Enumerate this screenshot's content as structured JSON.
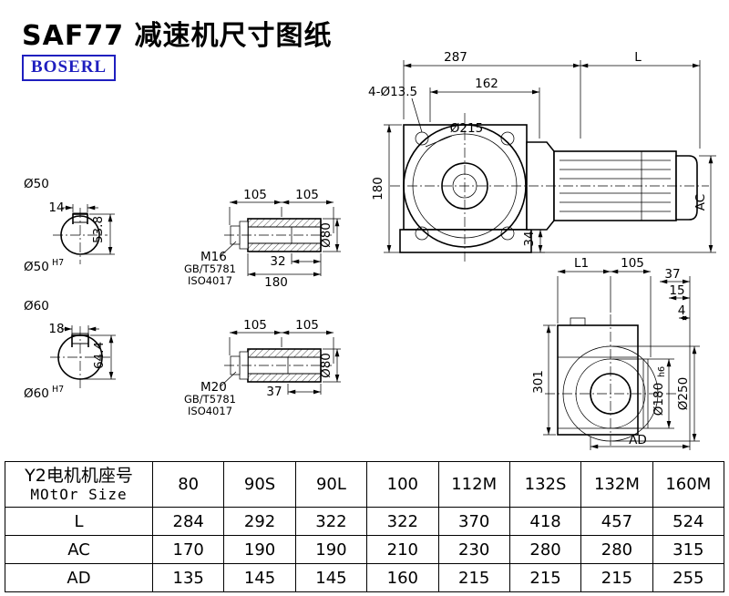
{
  "page": {
    "title": "SAF77 减速机尺寸图纸",
    "logo": "BOSERL"
  },
  "dims": {
    "front": {
      "w287": "287",
      "l": "L",
      "w162": "162",
      "holes": "4-Ø13.5",
      "d215": "Ø215",
      "h180": "180",
      "ac": "AC",
      "h34": "34"
    },
    "shaft50": {
      "dia": "Ø50",
      "key_h": "53.8",
      "key_w": "14",
      "bore": "Ø50",
      "tol": "H7"
    },
    "shaft60": {
      "dia": "Ø60",
      "key_h": "64.4",
      "key_w": "18",
      "bore": "Ø60",
      "tol": "H7"
    },
    "sleeve1": {
      "p105a": "105",
      "p105b": "105",
      "thread": "M16",
      "gb": "GB/T5781",
      "iso": "ISO4017",
      "depth": "32",
      "len": "180",
      "dia": "Ø80"
    },
    "sleeve2": {
      "p105a": "105",
      "p105b": "105",
      "thread": "M20",
      "gb": "GB/T5781",
      "iso": "ISO4017",
      "depth": "37",
      "dia": "Ø80"
    },
    "side": {
      "l1": "L1",
      "p105": "105",
      "p37": "37",
      "p15": "15",
      "p4": "4",
      "h301": "301",
      "flange": "Ø180",
      "flange_tol": "h6",
      "d250": "Ø250",
      "ad": "AD"
    }
  },
  "table": {
    "header_cn": "Y2电机机座号",
    "header_en": "MOtOr Size",
    "columns": [
      "80",
      "90S",
      "90L",
      "100",
      "112M",
      "132S",
      "132M",
      "160M"
    ],
    "rows": [
      {
        "label": "L",
        "values": [
          "284",
          "292",
          "322",
          "322",
          "370",
          "418",
          "457",
          "524"
        ]
      },
      {
        "label": "AC",
        "values": [
          "170",
          "190",
          "190",
          "210",
          "230",
          "280",
          "280",
          "315"
        ]
      },
      {
        "label": "AD",
        "values": [
          "135",
          "145",
          "145",
          "160",
          "215",
          "215",
          "215",
          "255"
        ]
      }
    ]
  }
}
